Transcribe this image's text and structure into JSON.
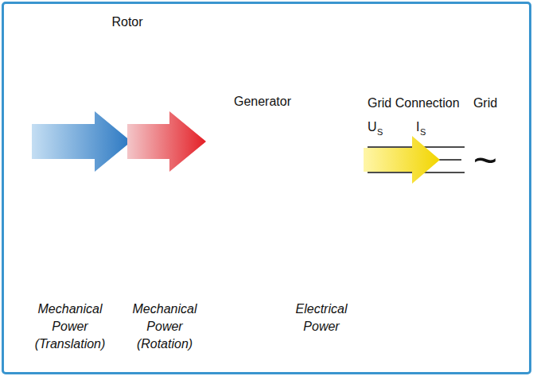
{
  "diagram": {
    "nodes": [
      {
        "text": [
          "Rotor"
        ]
      },
      {
        "text": [
          "Generator"
        ]
      },
      {
        "text": [
          "Grid",
          "~"
        ]
      }
    ],
    "edges": [
      {
        "from": 0,
        "to": 1,
        "arrow": "to"
      },
      {
        "from": 1,
        "to": 2,
        "arrow": "to"
      }
    ],
    "labels": [
      "Grid Connection",
      "U",
      "S",
      "I",
      "S",
      "Mechanical Power (Translation)",
      "Mechanical Power (Rotation)",
      "Electrical Power"
    ]
  }
}
